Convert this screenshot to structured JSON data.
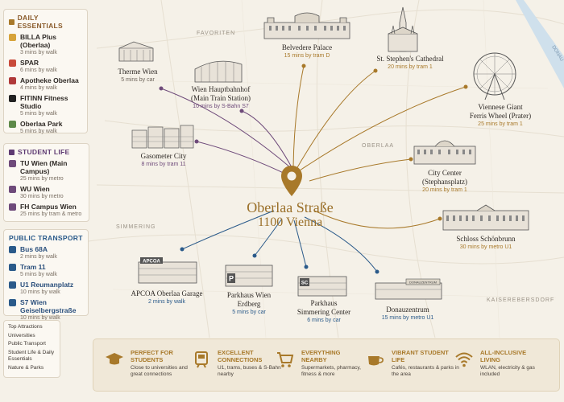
{
  "district_labels": {
    "favoriten": "FAVORITEN",
    "oberlaa": "OBERLAA",
    "simmering": "SIMMERING",
    "kaiserebersdorf": "KAISEREBERSDORF",
    "river": "DONAU"
  },
  "center": {
    "title": "Oberlaa Straße",
    "subtitle": "1100 Vienna"
  },
  "daily_essentials": {
    "title": "DAILY ESSENTIALS",
    "items": [
      {
        "name": "BILLA Plus (Oberlaa)",
        "time": "3 mins by walk"
      },
      {
        "name": "SPAR",
        "time": "6 mins by walk"
      },
      {
        "name": "Apotheke Oberlaa",
        "time": "4 mins by walk"
      },
      {
        "name": "FITINN Fitness Studio",
        "time": "5 mins by walk"
      },
      {
        "name": "Oberlaa Park",
        "time": "5 mins by walk"
      }
    ]
  },
  "student_life": {
    "title": "STUDENT LIFE",
    "items": [
      {
        "name": "TU Wien (Main Campus)",
        "time": "25 mins by metro"
      },
      {
        "name": "WU Wien",
        "time": "30 mins by metro"
      },
      {
        "name": "FH Campus Wien",
        "time": "25 mins by tram & metro"
      }
    ]
  },
  "public_transport": {
    "title": "PUBLIC TRANSPORT",
    "items": [
      {
        "name": "Bus 68A",
        "time": "2 mins by walk"
      },
      {
        "name": "Tram 11",
        "time": "5 mins by walk"
      },
      {
        "name": "U1 Reumanplatz",
        "time": "10 mins by walk"
      },
      {
        "name": "S7 Wien Geiselbergstraße",
        "time": "10 mins by walk"
      }
    ]
  },
  "legend": {
    "items": [
      "Top Attractions",
      "Universities",
      "Public Transport",
      "Student Life & Daily Essentials",
      "Nature & Parks"
    ]
  },
  "pois": {
    "therme": {
      "name": "Therme Wien",
      "time": "5 mins by car"
    },
    "hbf": {
      "name": "Wien Hauptbahnhof\n(Main Train Station)",
      "name1": "Wien Hauptbahnhof",
      "name2": "(Main Train Station)",
      "time": "10 mins by S-Bahn S7"
    },
    "belvedere": {
      "name": "Belvedere Palace",
      "time": "15 mins by tram D"
    },
    "stephans": {
      "name": "St. Stephen's Cathedral",
      "time": "20 mins by tram 1"
    },
    "riesenrad": {
      "name1": "Viennese Giant",
      "name2": "Ferris Wheel (Prater)",
      "time": "25 mins by tram 1"
    },
    "gasometer": {
      "name": "Gasometer City",
      "time": "8 mins by tram 11"
    },
    "citycenter": {
      "name1": "City Center",
      "name2": "(Stephansplatz)",
      "time": "20 mins by tram 1"
    },
    "schoenbrunn": {
      "name": "Schloss Schönbrunn",
      "time": "30 mins by metro U1"
    },
    "apcoa": {
      "name": "APCOA Oberlaa Garage",
      "time": "2 mins by walk",
      "sign": "APCOA"
    },
    "erdberg": {
      "name1": "Parkhaus Wien",
      "name2": "Erdberg",
      "time": "5 mins by car",
      "sign": "P"
    },
    "simmering": {
      "name1": "Parkhaus",
      "name2": "Simmering Center",
      "time": "6 mins by car",
      "sign": "SC"
    },
    "donauzentrum": {
      "name": "Donauzentrum",
      "time": "15 mins by metro U1",
      "sign": "DONAUZENTRUM"
    }
  },
  "features": [
    {
      "icon": "graduation-cap-icon",
      "title": "PERFECT FOR STUDENTS",
      "desc": "Close to universities and great connections"
    },
    {
      "icon": "tram-icon",
      "title": "EXCELLENT CONNECTIONS",
      "desc": "U1, trams, buses & S-Bahn nearby"
    },
    {
      "icon": "shopping-cart-icon",
      "title": "EVERYTHING NEARBY",
      "desc": "Supermarkets, pharmacy, fitness & more"
    },
    {
      "icon": "coffee-cup-icon",
      "title": "VIBRANT STUDENT LIFE",
      "desc": "Cafés, restaurants & parks in the area"
    },
    {
      "icon": "wifi-icon",
      "title": "ALL-INCLUSIVE LIVING",
      "desc": "WLAN, electricity & gas included"
    }
  ],
  "colors": {
    "gold": "#a8792a",
    "purple": "#6e4a7a",
    "blue": "#2a5a8a",
    "background": "#f5f1e8"
  }
}
